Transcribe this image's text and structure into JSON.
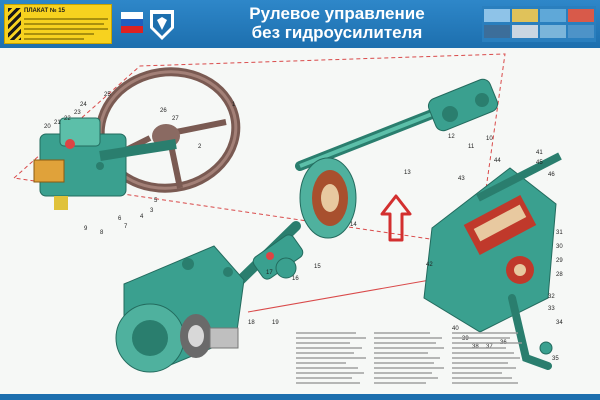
{
  "header": {
    "badge_title": "ПЛАКАТ № 15",
    "title_line1": "Рулевое управление",
    "title_line2": "без гидроусилителя"
  },
  "callouts": [
    "1",
    "2",
    "3",
    "4",
    "5",
    "6",
    "7",
    "8",
    "9",
    "10",
    "11",
    "12",
    "13",
    "14",
    "15",
    "16",
    "17",
    "18",
    "19",
    "20",
    "21",
    "22",
    "23",
    "24",
    "25",
    "26",
    "27",
    "28",
    "29",
    "30",
    "31",
    "32",
    "33",
    "34",
    "35",
    "36",
    "37",
    "38",
    "39",
    "40",
    "41",
    "42",
    "43",
    "44",
    "45",
    "46"
  ],
  "colors": {
    "header": "#2e87c9",
    "badge": "#f7d21f",
    "parts": "#3aa08f",
    "steering_wheel": "#7a5a52",
    "cutaway_red": "#c0392b",
    "arrow": "#d32f2f",
    "dash_frame": "#d94a4a"
  },
  "icons": [
    "gaz-logo-icon",
    "flag-icon",
    "up-arrow-icon"
  ]
}
